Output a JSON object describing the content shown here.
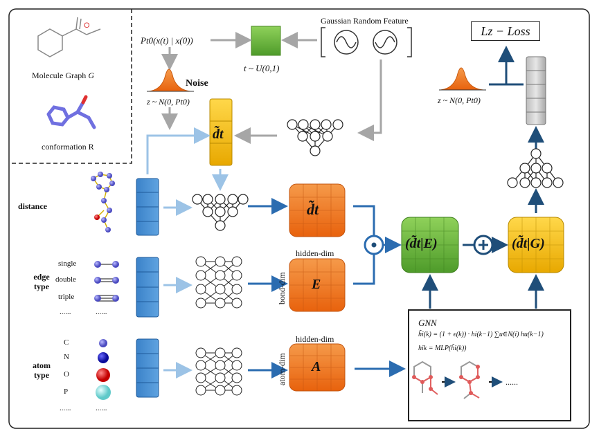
{
  "molecule": {
    "graph_label": "Molecule Graph",
    "graph_symbol": "G",
    "conformation_label": "conformation R"
  },
  "top": {
    "p_expr": "Pt0(x(t) | x(0))",
    "t_expr": "t ~ U(0,1)",
    "gaussian_label": "Gaussian Random Feature",
    "noise_label": "Noise",
    "z_expr": "z ~ N(0, Pt0)",
    "z_expr_right": "z ~ N(0, Pt0)",
    "dt_label": "d̃t",
    "loss_label": "Lz − Loss"
  },
  "rows": {
    "distance": "distance",
    "edge_type_1": "edge",
    "edge_type_2": "type",
    "atom_type_1": "atom",
    "atom_type_2": "type"
  },
  "edge_types": [
    "single",
    "double",
    "triple",
    "......",
    "......"
  ],
  "atom_types": [
    "C",
    "N",
    "O",
    "P",
    "......",
    "......"
  ],
  "blocks": {
    "dt_block": "d̃t",
    "e_block": "E",
    "a_block": "A",
    "hidden_dim_1": "hidden-dim",
    "hidden_dim_2": "hidden-dim",
    "bond_dim": "bond-dim",
    "atom_dim": "atom-dim",
    "combined_E": "(d̃t|E)",
    "combined_G": "(d̃t|G)"
  },
  "gnn": {
    "title": "GNN",
    "eq1": "h̃i(k) = (1 + ϵ(k)) · hi(k−1) ∑u∈N(i) hu(k−1)",
    "eq2": "hik = MLP(h̃i(k))",
    "ellipsis": "......"
  },
  "colors": {
    "blue_dark": "#2b6cb0",
    "blue_light": "#9cc3e6",
    "gray_arrow": "#a6a6a6",
    "orange": "#f07b22",
    "green": "#6dbb3f",
    "yellow": "#f5c518",
    "navy": "#1f4e79",
    "purple_atom": "#6f6fd8"
  }
}
